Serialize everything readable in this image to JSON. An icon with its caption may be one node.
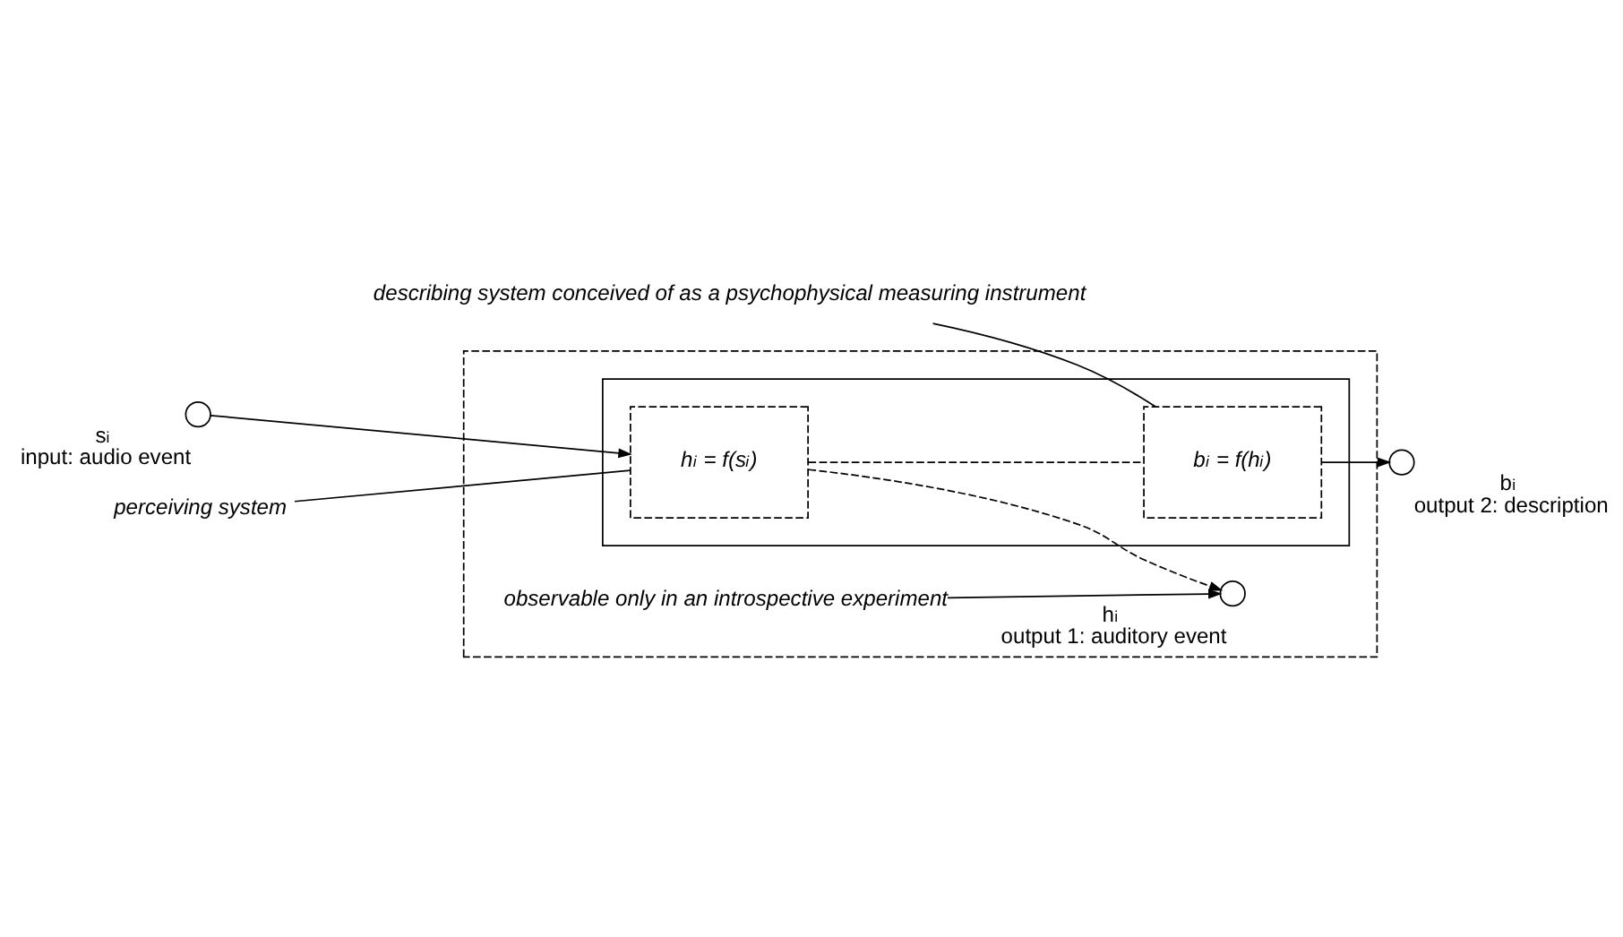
{
  "diagram": {
    "nodes": [
      {
        "text": [],
        "shape": "box"
      },
      {
        "text": [],
        "shape": "box",
        "in": 0
      },
      {
        "text": [
          "h$_{i}$ = f(s$_{i}$)"
        ],
        "in": 1
      },
      {
        "text": [
          "b$_{i}$ = f(h$_{i}$)"
        ],
        "in": 1
      },
      {
        "text": [],
        "shape": "circle",
        "beside": [
          "s$_{i}$",
          "input: audio event"
        ]
      },
      {
        "text": [],
        "shape": "circle",
        "in": 0,
        "beside": [
          "h$_{i}$",
          "output 1: auditory event"
        ]
      },
      {
        "text": [],
        "shape": "circle",
        "beside": [
          "b$_{i}$",
          "output 2: description"
        ]
      },
      {
        "text": [
          "observable only in an introspective experiment"
        ],
        "in": 0
      },
      {
        "text": [
          "perceiving system"
        ]
      },
      {
        "text": [
          "describing system conceived of as a psychophysical measuring instrument"
        ]
      }
    ],
    "edges": [
      {
        "from": 4,
        "to": 2,
        "arrow": "to"
      },
      {
        "from": 2,
        "to": 3,
        "arrow": "none",
        "style": "dashed"
      },
      {
        "from": 2,
        "to": 5,
        "arrow": "to",
        "style": "dashed"
      },
      {
        "from": 3,
        "to": 6,
        "arrow": "to"
      },
      {
        "from": 7,
        "to": 5,
        "arrow": "to"
      },
      {
        "from": 8,
        "to": 2,
        "arrow": "none"
      },
      {
        "from": 9,
        "to": 3,
        "arrow": "none"
      }
    ]
  }
}
